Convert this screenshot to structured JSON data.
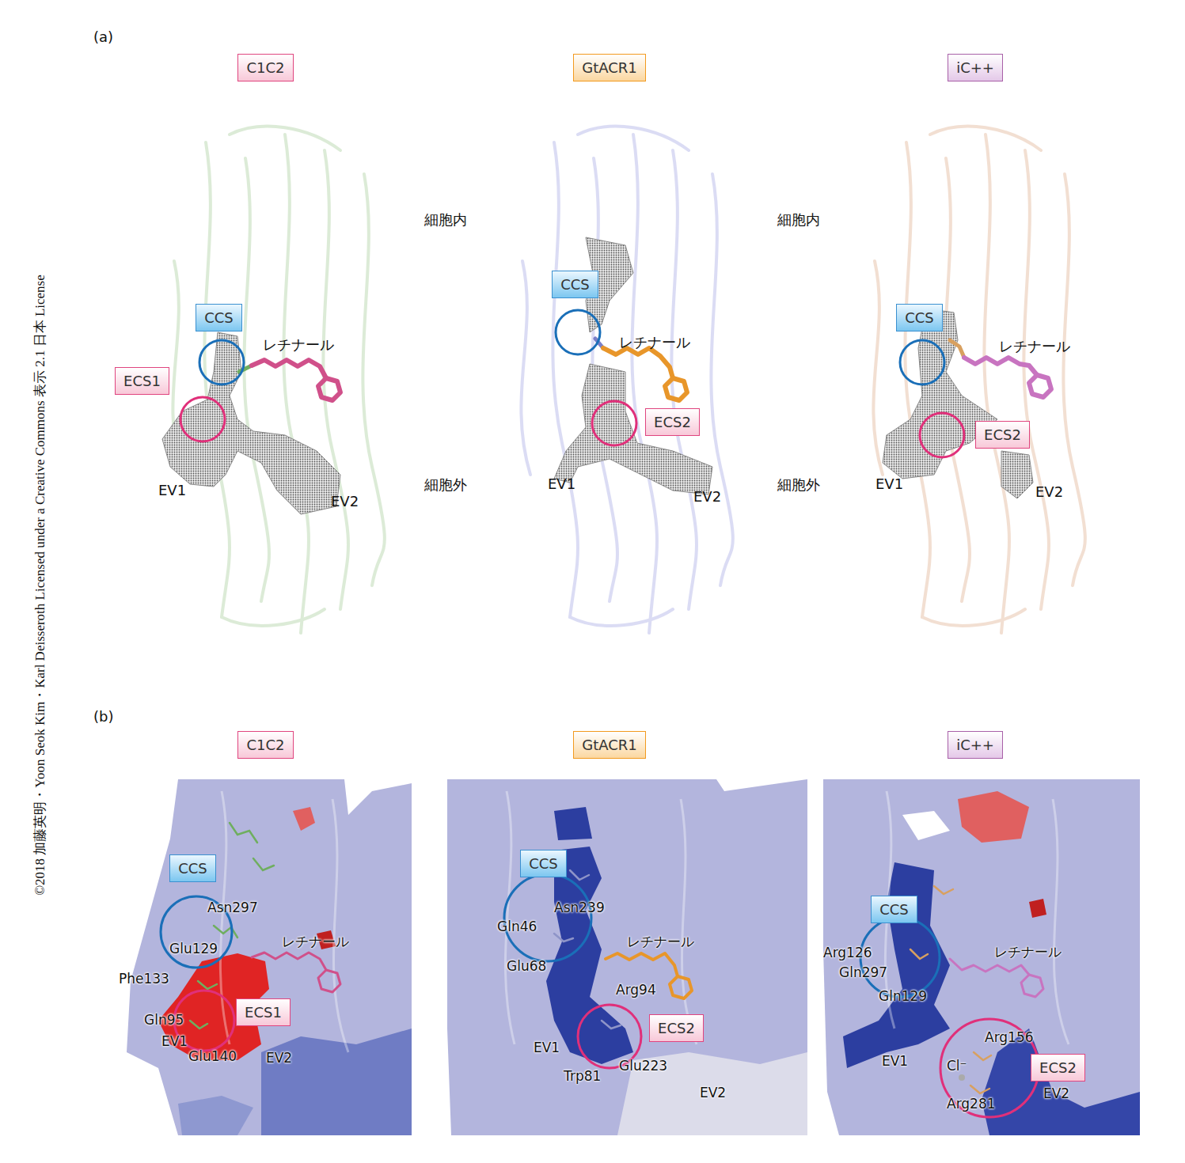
{
  "diagram": {
    "nodes": [
      {
        "text": [
          "C1C2"
        ]
      },
      {
        "text": [
          "GtACR1"
        ]
      },
      {
        "text": [
          "iC++"
        ]
      },
      {
        "text": [
          "CCS"
        ]
      },
      {
        "text": [
          "ECS1"
        ]
      },
      {
        "text": [
          "CCS"
        ]
      },
      {
        "text": [
          "ECS2"
        ]
      },
      {
        "text": [
          "CCS"
        ]
      },
      {
        "text": [
          "ECS2"
        ]
      },
      {
        "text": [
          "C1C2"
        ]
      },
      {
        "text": [
          "GtACR1"
        ]
      },
      {
        "text": [
          "iC++"
        ]
      },
      {
        "text": [
          "CCS"
        ]
      },
      {
        "text": [
          "ECS1"
        ]
      },
      {
        "text": [
          "CCS"
        ]
      },
      {
        "text": [
          "ECS2"
        ]
      },
      {
        "text": [
          "CCS"
        ]
      },
      {
        "text": [
          "ECS2"
        ]
      }
    ],
    "edges": [],
    "labels": [
      "(a)",
      "細胞内",
      "細胞内",
      "レチナール",
      "レチナール",
      "レチナール",
      "細胞外",
      "細胞外",
      "EV1",
      "EV2",
      "EV1",
      "EV2",
      "EV1",
      "EV2",
      "(b)",
      "Asn297",
      "Glu129",
      "レチナール",
      "Phe133",
      "Gln95",
      "EV1",
      "Glu140",
      "EV2",
      "Asn239",
      "Gln46",
      "Glu68",
      "レチナール",
      "Arg94",
      "EV1",
      "Glu223",
      "Trp81",
      "EV2",
      "Arg126",
      "Gln297",
      "Gln129",
      "レチナール",
      "Arg156",
      "EV1",
      "Cl⁻",
      "Arg281",
      "EV2",
      "©2018 加藤英明・Yoon Seok Kim・Karl Deisseroth Licensed under a Creative Commons 表示 2.1 日本 License"
    ]
  }
}
